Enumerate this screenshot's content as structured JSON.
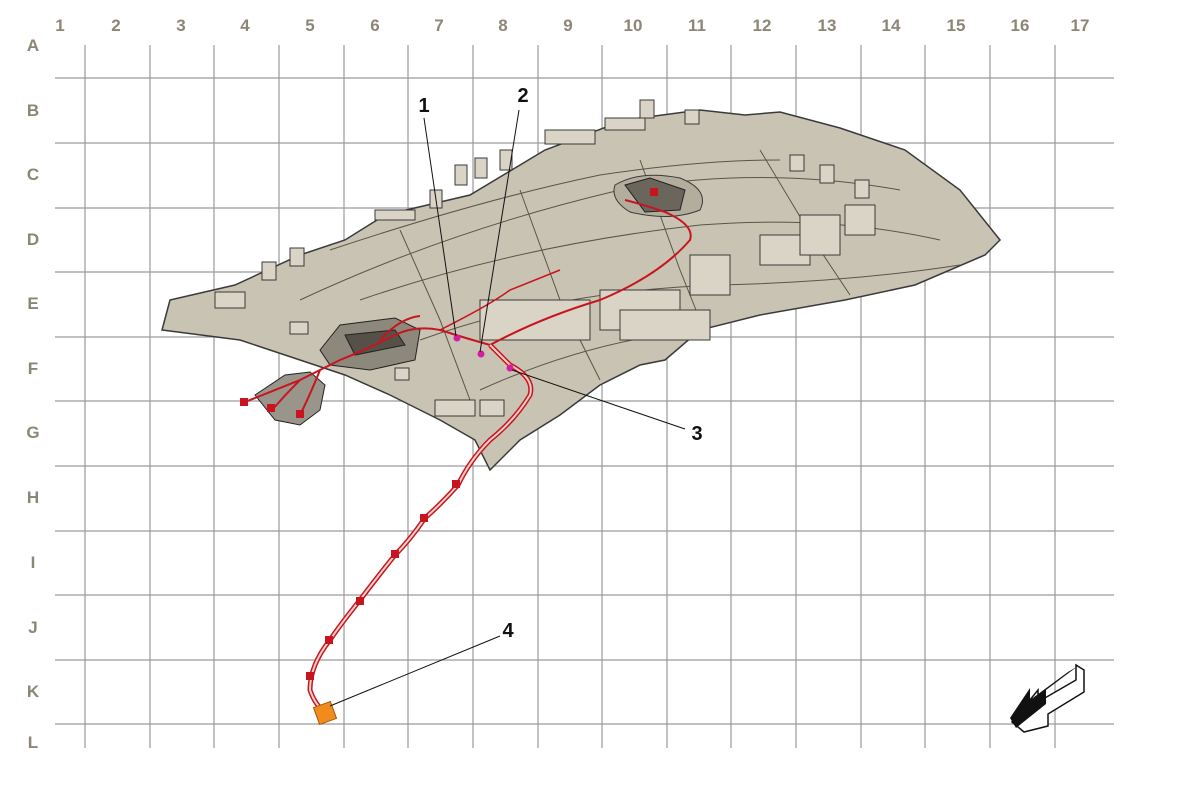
{
  "grid": {
    "columns": [
      "1",
      "2",
      "3",
      "4",
      "5",
      "6",
      "7",
      "8",
      "9",
      "10",
      "11",
      "12",
      "13",
      "14",
      "15",
      "16",
      "17"
    ],
    "rows": [
      "A",
      "B",
      "C",
      "D",
      "E",
      "F",
      "G",
      "H",
      "I",
      "J",
      "K",
      "L"
    ]
  },
  "callouts": {
    "c1": "1",
    "c2": "2",
    "c3": "3",
    "c4": "4"
  },
  "colors": {
    "grid_label": "#8c8676",
    "grid_line": "#9a9a9a",
    "headliner_fill": "#c9c3b3",
    "harness": "#c8141e",
    "connector_orange": "#f08c1e",
    "marker_magenta": "#d21ea0"
  },
  "icons": {
    "direction": "forward-direction-arrow-icon"
  }
}
